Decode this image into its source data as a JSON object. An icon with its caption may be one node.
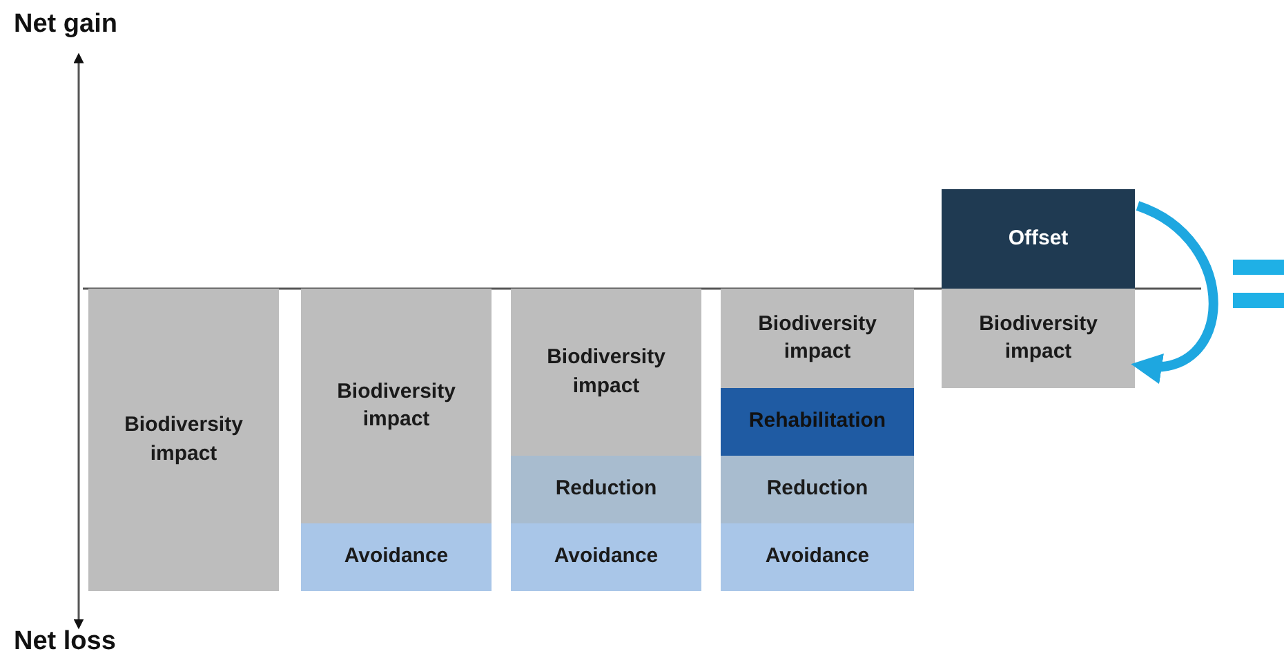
{
  "diagram": {
    "nodes": [
      {
        "text": [
          "Biodiversity impact"
        ]
      },
      {
        "text": [
          "Biodiversity impact"
        ]
      },
      {
        "text": [
          "Avoidance"
        ]
      },
      {
        "text": [
          "Biodiversity impact"
        ]
      },
      {
        "text": [
          "Reduction"
        ]
      },
      {
        "text": [
          "Avoidance"
        ]
      },
      {
        "text": [
          "Biodiversity impact"
        ]
      },
      {
        "text": [
          "Rehabilitation"
        ]
      },
      {
        "text": [
          "Reduction"
        ]
      },
      {
        "text": [
          "Avoidance"
        ]
      },
      {
        "text": [
          "Offset"
        ]
      },
      {
        "text": [
          "Biodiversity impact"
        ]
      }
    ],
    "edges": [
      {
        "from": 10,
        "to": 11,
        "arrow": "to",
        "color": "#1ea7e0"
      }
    ],
    "labels": [
      "Net gain",
      "Net loss"
    ]
  }
}
